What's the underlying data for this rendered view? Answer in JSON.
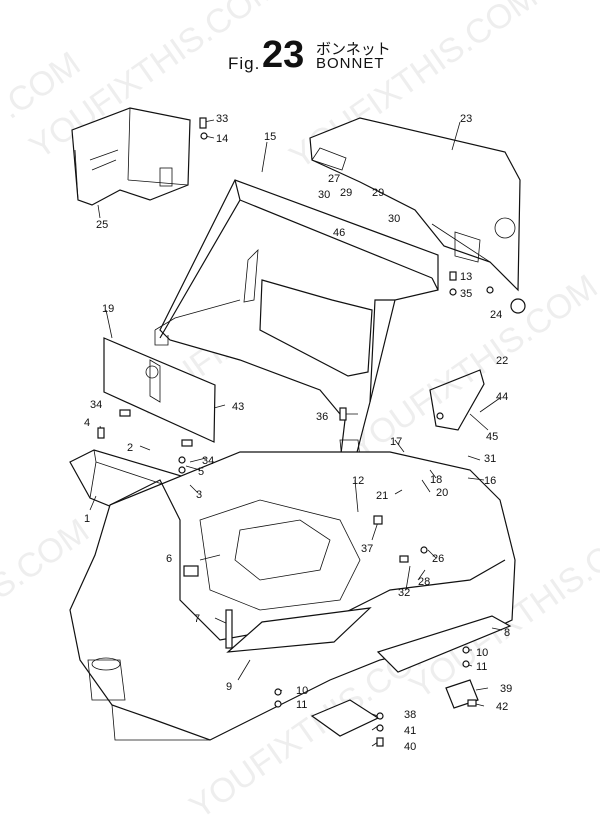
{
  "figure": {
    "prefix": "Fig.",
    "number": "23",
    "title_jp": "ボンネット",
    "title_en": "BONNET"
  },
  "watermark": {
    "text": "YOUFIXTHIS.COM",
    "fragments": [
      "YOUFIXTHIS.COM",
      "YOUFIXTHIS.COM",
      "YOUFIXTHIS.COM",
      "YOUFIXTHIS.COM",
      ".COM",
      "S.COM",
      "YOUFIXTHIS.COM",
      "YOUFIXTHIS.COM"
    ]
  },
  "callouts": [
    {
      "n": "33"
    },
    {
      "n": "14"
    },
    {
      "n": "15"
    },
    {
      "n": "23"
    },
    {
      "n": "25"
    },
    {
      "n": "27"
    },
    {
      "n": "29"
    },
    {
      "n": "29"
    },
    {
      "n": "30"
    },
    {
      "n": "30"
    },
    {
      "n": "46"
    },
    {
      "n": "13"
    },
    {
      "n": "35"
    },
    {
      "n": "24"
    },
    {
      "n": "22"
    },
    {
      "n": "19"
    },
    {
      "n": "34"
    },
    {
      "n": "43"
    },
    {
      "n": "4"
    },
    {
      "n": "2"
    },
    {
      "n": "34"
    },
    {
      "n": "5"
    },
    {
      "n": "3"
    },
    {
      "n": "1"
    },
    {
      "n": "36"
    },
    {
      "n": "44"
    },
    {
      "n": "45"
    },
    {
      "n": "17"
    },
    {
      "n": "31"
    },
    {
      "n": "18"
    },
    {
      "n": "16"
    },
    {
      "n": "12"
    },
    {
      "n": "20"
    },
    {
      "n": "21"
    },
    {
      "n": "37"
    },
    {
      "n": "26"
    },
    {
      "n": "6"
    },
    {
      "n": "28"
    },
    {
      "n": "32"
    },
    {
      "n": "7"
    },
    {
      "n": "8"
    },
    {
      "n": "10"
    },
    {
      "n": "11"
    },
    {
      "n": "9"
    },
    {
      "n": "10"
    },
    {
      "n": "11"
    },
    {
      "n": "39"
    },
    {
      "n": "42"
    },
    {
      "n": "38"
    },
    {
      "n": "41"
    },
    {
      "n": "40"
    }
  ]
}
